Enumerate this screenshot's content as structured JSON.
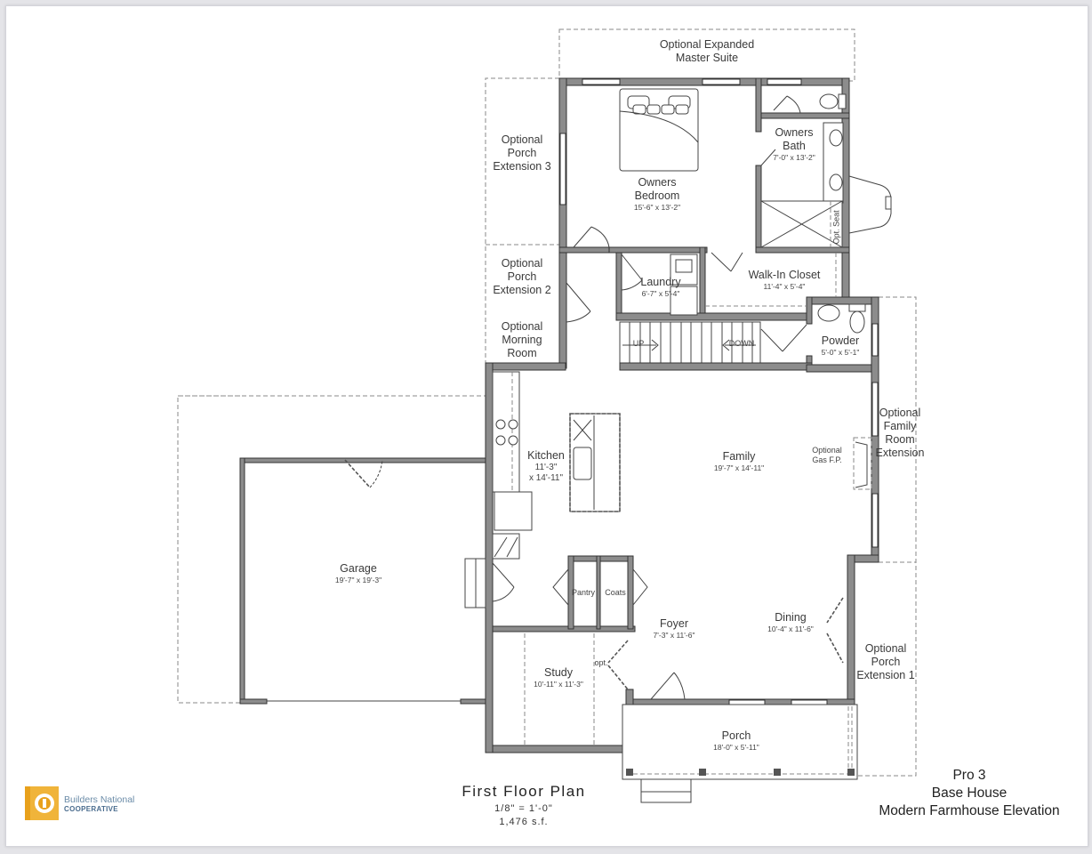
{
  "sheet": {
    "title": "First Floor Plan",
    "scale": "1/8\" = 1'-0\"",
    "area": "1,476 s.f."
  },
  "project": {
    "line1": "Pro 3",
    "line2": "Base House",
    "line3": "Modern Farmhouse Elevation"
  },
  "logo": {
    "name_line1": "Builders National",
    "name_line2": "COOPERATIVE",
    "brand_color": "#e8a11c"
  },
  "rooms": {
    "owners_bedroom": {
      "name": "Owners\nBedroom",
      "dims": "15'-6\" x 13'-2\""
    },
    "owners_bath": {
      "name": "Owners\nBath",
      "dims": "7'-0\" x 13'-2\""
    },
    "laundry": {
      "name": "Laundry",
      "dims": "6'-7\" x 5'-4\""
    },
    "walk_in_closet": {
      "name": "Walk-In Closet",
      "dims": "11'-4\" x 5'-4\""
    },
    "powder": {
      "name": "Powder",
      "dims": "5'-0\" x 5'-1\""
    },
    "kitchen": {
      "name": "Kitchen",
      "dims1": "11'-3\"",
      "dims2": "x 14'-11\""
    },
    "family": {
      "name": "Family",
      "dims": "19'-7\" x 14'-11\""
    },
    "garage": {
      "name": "Garage",
      "dims": "19'-7\" x 19'-3\""
    },
    "foyer": {
      "name": "Foyer",
      "dims": "7'-3\" x 11'-6\""
    },
    "dining": {
      "name": "Dining",
      "dims": "10'-4\" x 11'-6\""
    },
    "study": {
      "name": "Study",
      "dims": "10'-11\" x 11'-3\""
    },
    "porch": {
      "name": "Porch",
      "dims": "18'-0\" x 5'-11\""
    },
    "pantry": {
      "name": "Pantry"
    },
    "coats": {
      "name": "Coats"
    }
  },
  "optional": {
    "expanded_master": "Optional Expanded\nMaster Suite",
    "porch_ext_3": "Optional\nPorch\nExtension 3",
    "porch_ext_2": "Optional\nPorch\nExtension 2",
    "morning_room": "Optional\nMorning\nRoom",
    "family_room_ext": "Optional\nFamily\nRoom\nExtension",
    "porch_ext_1": "Optional\nPorch\nExtension 1",
    "gas_fp": "Optional\nGas F.P.",
    "opt_seat": "Opt. Seat",
    "opt_door": "opt."
  },
  "stairs": {
    "up": "UP",
    "down": "DOWN"
  },
  "colors": {
    "wall_fill": "#8c8c8c",
    "wall_edge": "#333333",
    "line": "#444444",
    "dashed": "#888888"
  }
}
